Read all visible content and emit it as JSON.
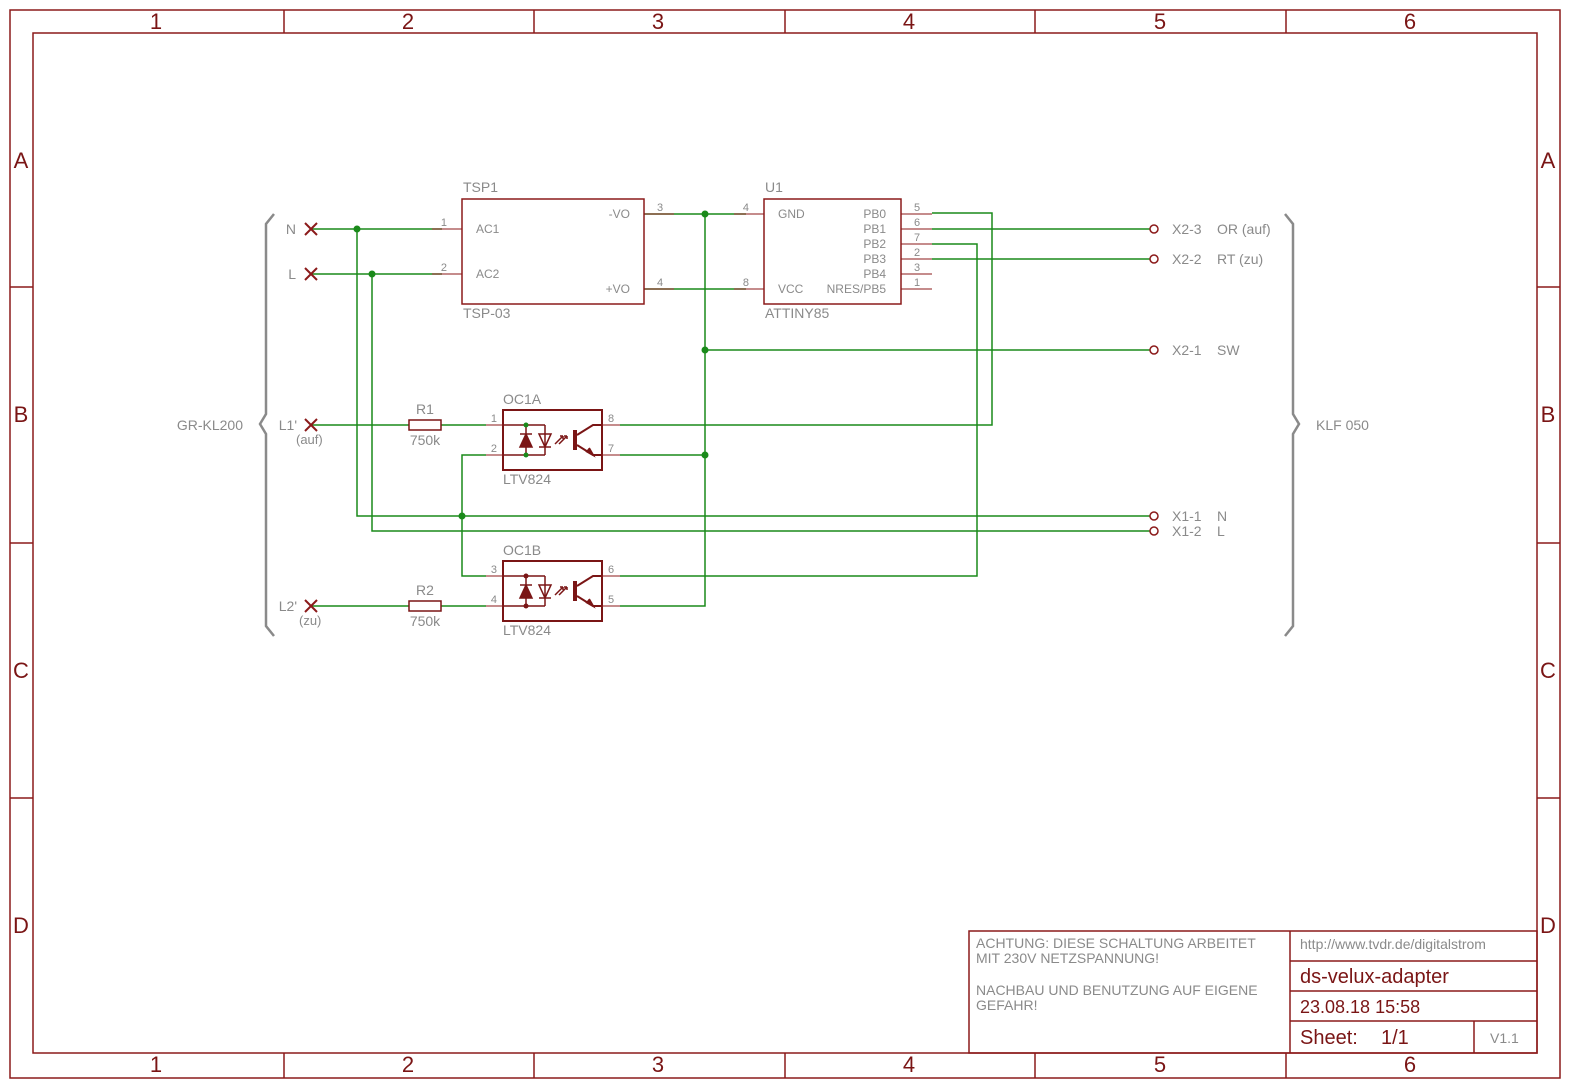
{
  "frame": {
    "columns": [
      "1",
      "2",
      "3",
      "4",
      "5",
      "6"
    ],
    "rows": [
      "A",
      "B",
      "C",
      "D"
    ]
  },
  "parts": {
    "tsp1": {
      "ref": "TSP1",
      "value": "TSP-03",
      "pins": {
        "ac1": "AC1",
        "ac2": "AC2",
        "vo_neg": "-VO",
        "vo_pos": "+VO"
      },
      "pin_numbers": {
        "ac1": "1",
        "ac2": "2",
        "vo_neg": "3",
        "vo_pos": "4"
      }
    },
    "u1": {
      "ref": "U1",
      "value": "ATTINY85",
      "pins": {
        "gnd": "GND",
        "vcc": "VCC",
        "pb0": "PB0",
        "pb1": "PB1",
        "pb2": "PB2",
        "pb3": "PB3",
        "pb4": "PB4",
        "nres": "NRES/PB5"
      },
      "pin_numbers": {
        "gnd": "4",
        "vcc": "8",
        "pb0": "5",
        "pb1": "6",
        "pb2": "7",
        "pb3": "2",
        "pb4": "3",
        "nres": "1"
      }
    },
    "r1": {
      "ref": "R1",
      "value": "750k"
    },
    "r2": {
      "ref": "R2",
      "value": "750k"
    },
    "oc1a": {
      "ref": "OC1A",
      "value": "LTV824",
      "pin_numbers": {
        "p1": "1",
        "p2": "2",
        "p8": "8",
        "p7": "7"
      }
    },
    "oc1b": {
      "ref": "OC1B",
      "value": "LTV824",
      "pin_numbers": {
        "p3": "3",
        "p4": "4",
        "p6": "6",
        "p5": "5"
      }
    }
  },
  "left_connector": {
    "name": "GR-KL200",
    "terminals": {
      "n": "N",
      "l": "L",
      "l1": "L1'",
      "l1_note": "(auf)",
      "l2": "L2'",
      "l2_note": "(zu)"
    }
  },
  "right_connector": {
    "name": "KLF 050",
    "terminals": {
      "x23": {
        "id": "X2-3",
        "signal": "OR (auf)"
      },
      "x22": {
        "id": "X2-2",
        "signal": "RT (zu)"
      },
      "x21": {
        "id": "X2-1",
        "signal": "SW"
      },
      "x11": {
        "id": "X1-1",
        "signal": "N"
      },
      "x12": {
        "id": "X1-2",
        "signal": "L"
      }
    }
  },
  "title_block": {
    "warning_line1": "ACHTUNG: DIESE SCHALTUNG ARBEITET",
    "warning_line2": "MIT 230V NETZSPANNUNG!",
    "warning_line3": "NACHBAU UND BENUTZUNG AUF EIGENE",
    "warning_line4": "GEFAHR!",
    "url": "http://www.tvdr.de/digitalstrom",
    "project": "ds-velux-adapter",
    "date": "23.08.18 15:58",
    "sheet_label": "Sheet:",
    "sheet_value": "1/1",
    "version": "V1.1"
  },
  "colors": {
    "frame": "#8b1a1a",
    "wire": "#1a8a1a",
    "label": "#8a8a8a"
  }
}
